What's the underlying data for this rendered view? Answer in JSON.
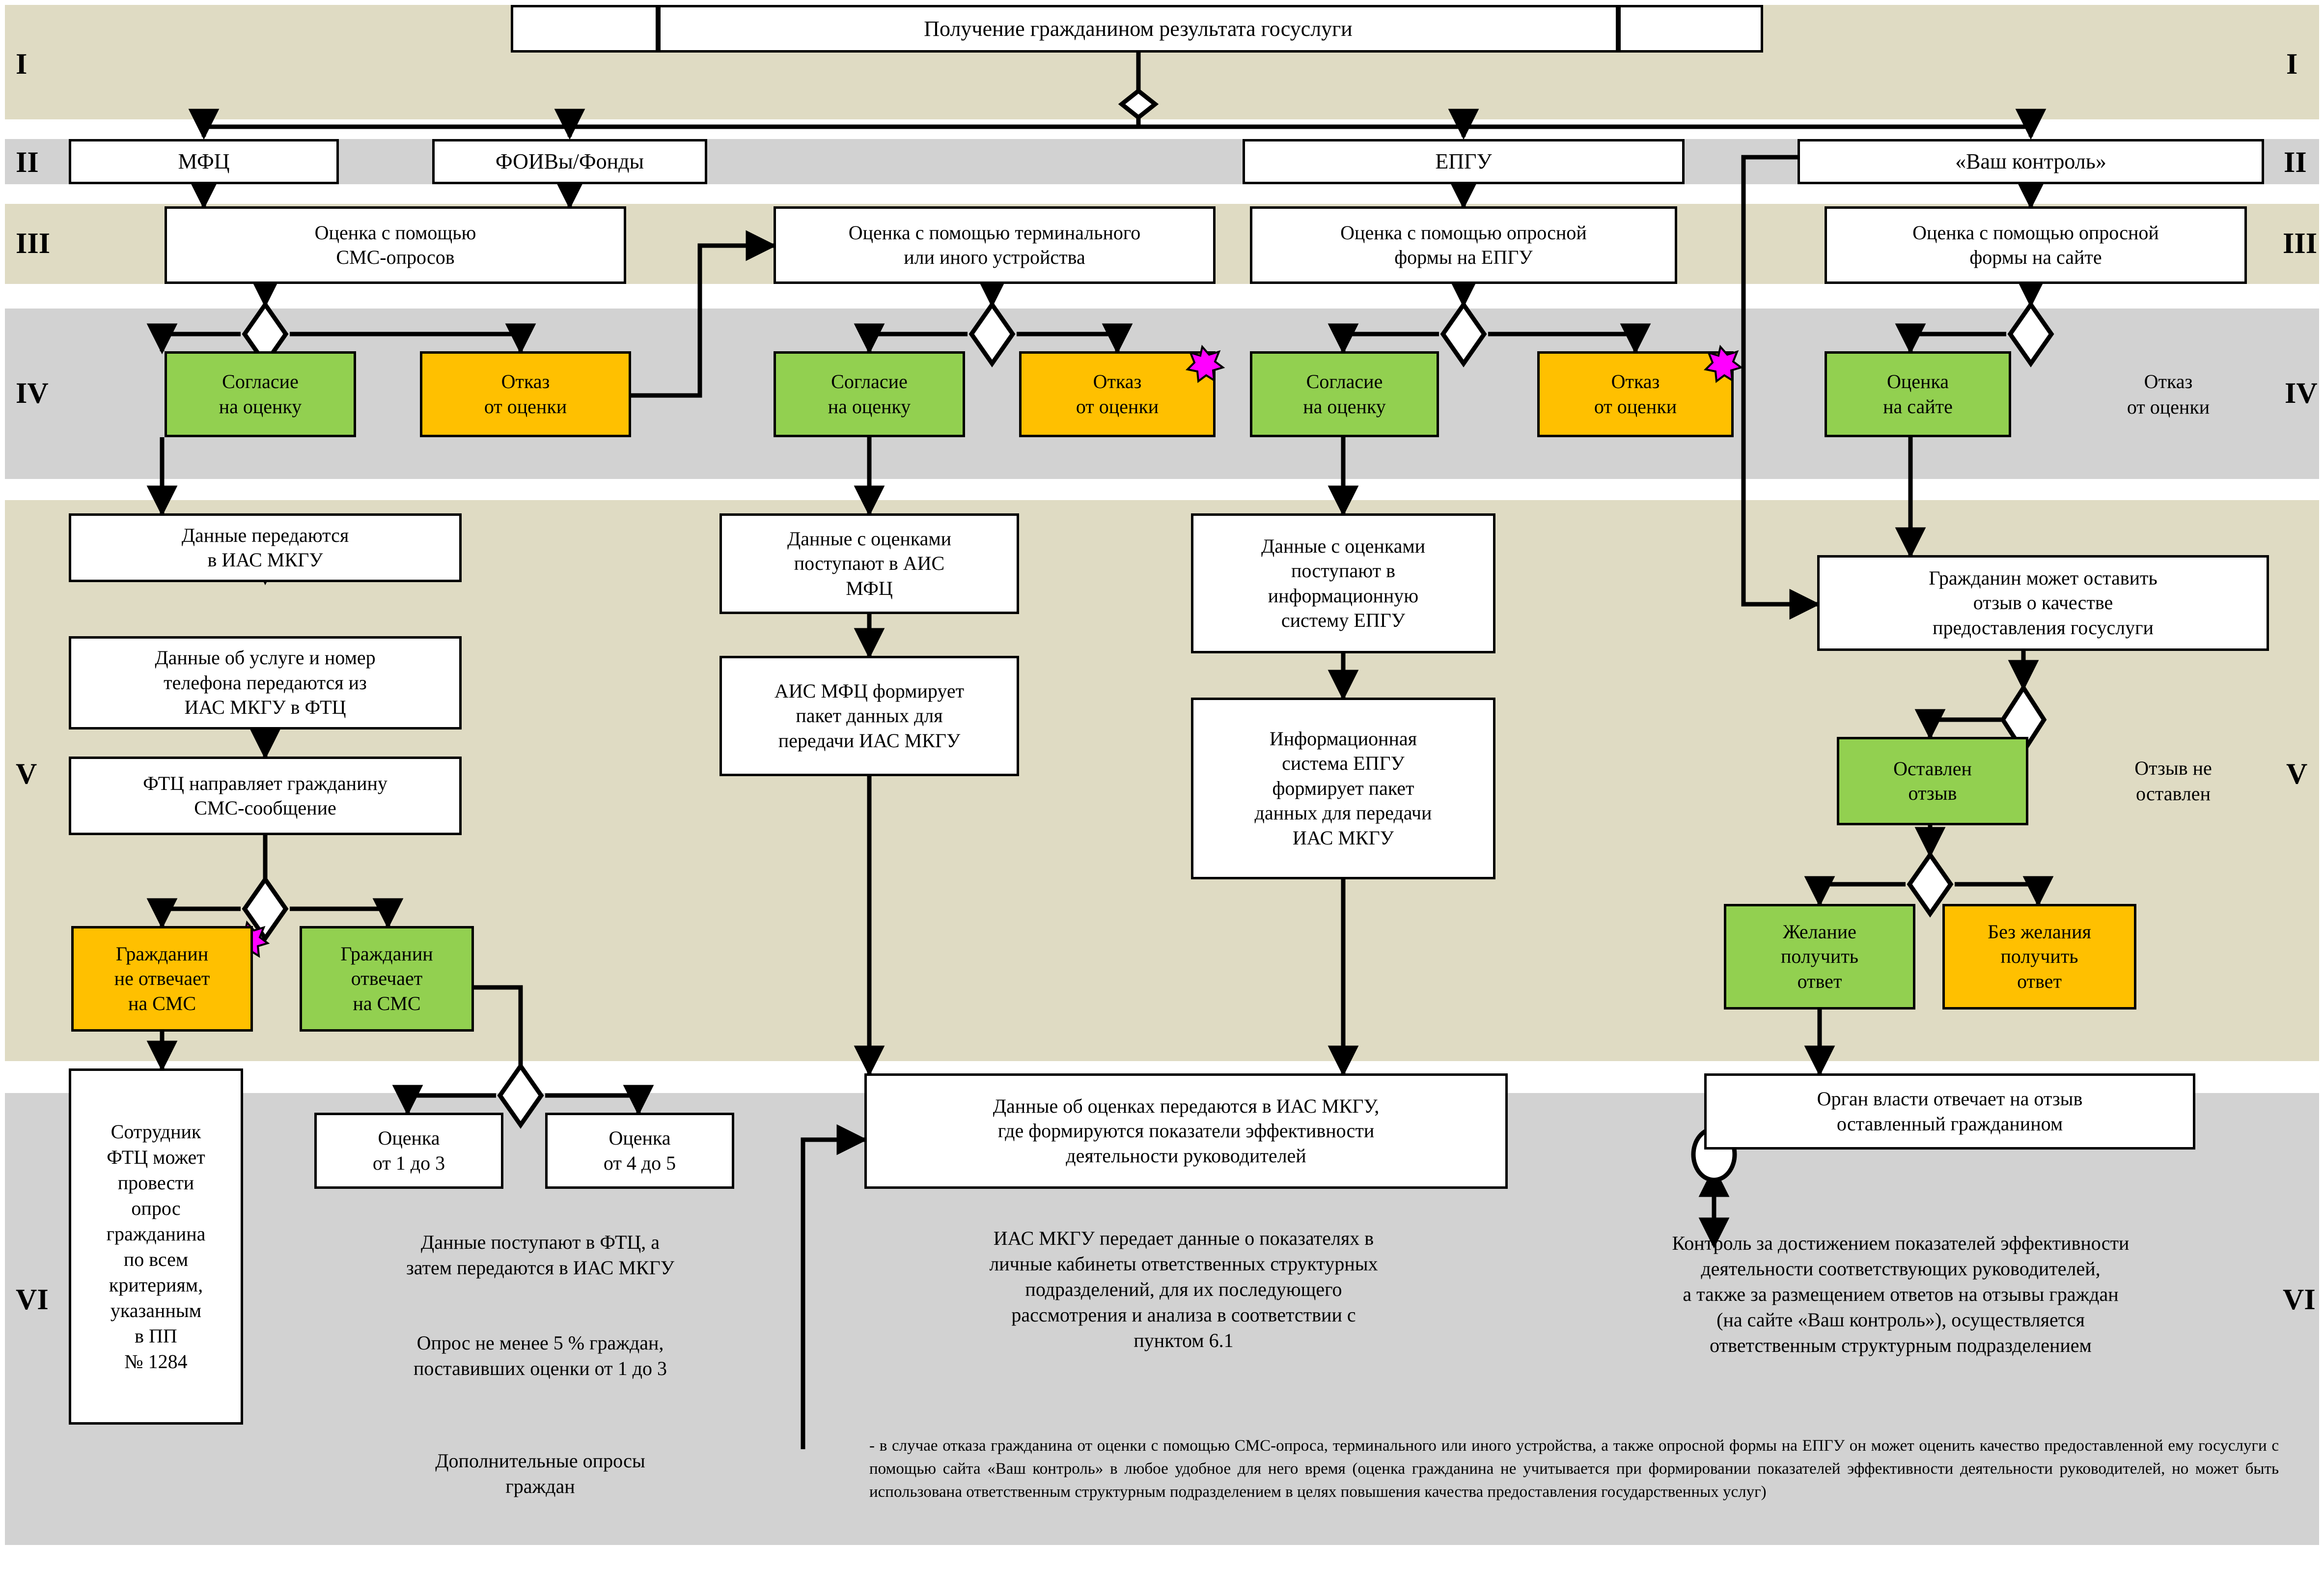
{
  "bands": [
    {
      "label": "I",
      "tone": "beige"
    },
    {
      "label": "II",
      "tone": "gray"
    },
    {
      "label": "III",
      "tone": "beige"
    },
    {
      "label": "IV",
      "tone": "gray"
    },
    {
      "label": "V",
      "tone": "beige"
    },
    {
      "label": "VI",
      "tone": "gray"
    }
  ],
  "colors": {
    "band_beige": "#dfdbc3",
    "band_gray": "#d2d2d2",
    "node_green": "#92d050",
    "node_orange": "#ffc000",
    "node_white": "#ffffff",
    "stroke": "#000000",
    "marker_magenta": "#ff00ff"
  },
  "title": "Получение гражданином результата госуслуги",
  "channels": {
    "mfc": "МФЦ",
    "foivy": "ФОИВы/Фонды",
    "epgu": "ЕПГУ",
    "vash_kontrol": "«Ваш контроль»"
  },
  "assessment_methods": {
    "sms": "Оценка с помощью\nСМС-опросов",
    "terminal": "Оценка с помощью терминального\nили иного устройства",
    "epgu_form": "Оценка с помощью опросной\nформы на ЕПГУ",
    "site_form": "Оценка с помощью опросной\nформы на сайте"
  },
  "decisions": {
    "consent": "Согласие\nна оценку",
    "refusal": "Отказ\nот оценки",
    "site_rating": "Оценка\nна сайте",
    "site_refusal": "Отказ\nот оценки"
  },
  "flow_mfc": {
    "step1": "Данные передаются\nв ИАС МКГУ",
    "step2": "Данные об услуге и номер\nтелефона передаются из\nИАС МКГУ в ФТЦ",
    "step3": "ФТЦ направляет гражданину\nСМС-сообщение",
    "no_answer": "Гражданин\nне отвечает\nна СМС",
    "answer": "Гражданин\nотвечает\nна СМС",
    "ftc_survey": "Сотрудник\nФТЦ может\nпровести\nопрос\nгражданина\nпо всем\nкритериям,\nуказанным\nв ПП\n№ 1284",
    "score_low": "Оценка\nот 1 до 3",
    "score_high": "Оценка\nот 4 до 5",
    "note_ftc": "Данные поступают в ФТЦ, а\nзатем передаются в ИАС МКГУ",
    "note_survey_5pct": "Опрос не менее 5 % граждан,\nпоставивших оценки от 1 до 3",
    "note_extra": "Дополнительные опросы\nграждан"
  },
  "flow_terminal": {
    "step1": "Данные с оценками\nпоступают в АИС\nМФЦ",
    "step2": "АИС МФЦ формирует\nпакет данных для\nпередачи ИАС МКГУ"
  },
  "flow_epgu": {
    "step1": "Данные с оценками\nпоступают в\nинформационную\nсистему ЕПГУ",
    "step2": "Информационная\nсистема ЕПГУ\nформирует пакет\nданных для передачи\nИАС МКГУ"
  },
  "flow_site": {
    "step1": "Гражданин может оставить\nотзыв о качестве\nпредоставления госуслуги",
    "review_left": "Оставлен\nотзыв",
    "review_not_left": "Отзыв не\nоставлен",
    "wants_answer": "Желание\nполучить\nответ",
    "no_answer_wanted": "Без желания\nполучить\nответ",
    "authority_answers": "Орган власти отвечает на отзыв\nоставленный гражданином"
  },
  "outcomes": {
    "iac_mkgu": "Данные об оценках передаются в ИАС МКГУ,\nгде формируются показатели эффективности\nдеятельности руководителей",
    "iac_transfer_note": "ИАС МКГУ передает данные о показателях в\nличные кабинеты ответственных структурных\nподразделений, для их последующего\nрассмотрения и анализа в соответствии с\nпунктом 6.1",
    "control_note": "Контроль за достижением показателей эффективности\nдеятельности соответствующих руководителей,\nа также за размещением ответов на отзывы граждан\n(на сайте «Ваш контроль»), осуществляется\nответственным структурным подразделением"
  },
  "footnote": "- в случае отказа гражданина от оценки с помощью СМС-опроса, терминального или иного устройства,  а также опросной формы на ЕПГУ он может оценить качество предоставленной ему госуслуги с помощью сайта «Ваш контроль» в любое удобное для него время (оценка гражданина не учитывается при формировании показателей эффективности деятельности руководителей, но может быть использована ответственным структурным подразделением в целях повышения качества предоставления государственных услуг)"
}
